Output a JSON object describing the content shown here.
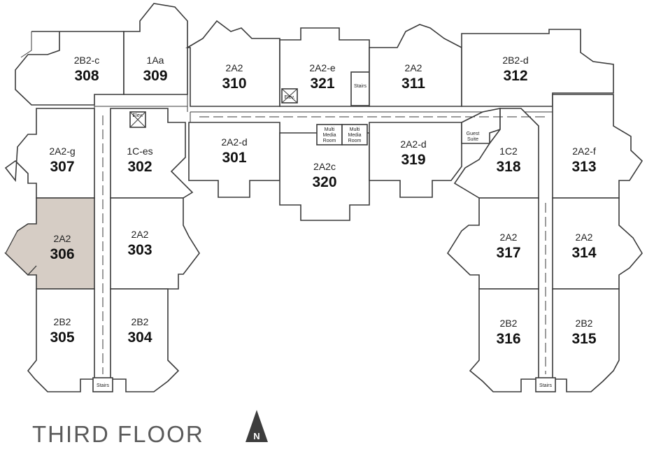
{
  "title": "THIRD FLOOR",
  "north_label": "N",
  "highlight_color": "#d6cdc5",
  "rooms": [
    {
      "id": "308",
      "type": "2B2-c",
      "number": "308"
    },
    {
      "id": "309",
      "type": "1Aa",
      "number": "309"
    },
    {
      "id": "310",
      "type": "2A2",
      "number": "310"
    },
    {
      "id": "321",
      "type": "2A2-e",
      "number": "321"
    },
    {
      "id": "311",
      "type": "2A2",
      "number": "311"
    },
    {
      "id": "312",
      "type": "2B2-d",
      "number": "312"
    },
    {
      "id": "307",
      "type": "2A2-g",
      "number": "307"
    },
    {
      "id": "302",
      "type": "1C-es",
      "number": "302"
    },
    {
      "id": "301",
      "type": "2A2-d",
      "number": "301"
    },
    {
      "id": "320",
      "type": "2A2c",
      "number": "320"
    },
    {
      "id": "319",
      "type": "2A2-d",
      "number": "319"
    },
    {
      "id": "318",
      "type": "1C2",
      "number": "318"
    },
    {
      "id": "313",
      "type": "2A2-f",
      "number": "313"
    },
    {
      "id": "306",
      "type": "2A2",
      "number": "306",
      "highlighted": true
    },
    {
      "id": "303",
      "type": "2A2",
      "number": "303"
    },
    {
      "id": "317",
      "type": "2A2",
      "number": "317"
    },
    {
      "id": "314",
      "type": "2A2",
      "number": "314"
    },
    {
      "id": "305",
      "type": "2B2",
      "number": "305"
    },
    {
      "id": "304",
      "type": "2B2",
      "number": "304"
    },
    {
      "id": "316",
      "type": "2B2",
      "number": "316"
    },
    {
      "id": "315",
      "type": "2B2",
      "number": "315"
    }
  ],
  "labels": {
    "stairs_top": "Stairs",
    "stairs_left": "Stairs",
    "stairs_right": "Stairs",
    "elev_top": "Elev.",
    "elev_left": "Elev.",
    "guest_line1": "Guest",
    "guest_line2": "Suite",
    "mm1_line1": "Multi",
    "mm1_line2": "Media",
    "mm1_line3": "Room",
    "mm2_line1": "Multi",
    "mm2_line2": "Media",
    "mm2_line3": "Room"
  }
}
